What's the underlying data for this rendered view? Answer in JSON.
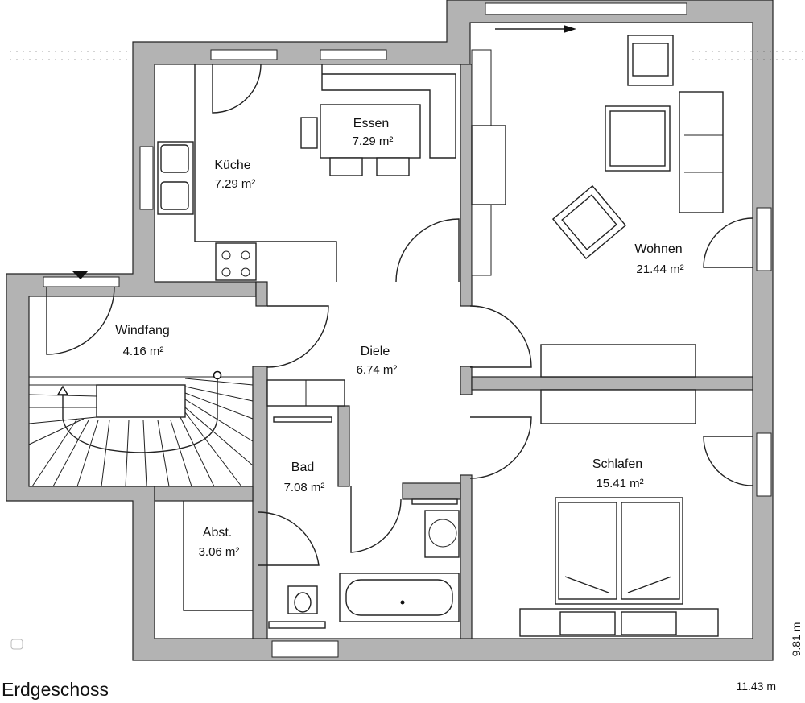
{
  "plan": {
    "title": "Erdgeschoss",
    "width_label": "11.43 m",
    "depth_label": "9.81 m",
    "rooms": [
      {
        "name": "Küche",
        "area": "7.29 m²"
      },
      {
        "name": "Essen",
        "area": "7.29 m²"
      },
      {
        "name": "Wohnen",
        "area": "21.44 m²"
      },
      {
        "name": "Windfang",
        "area": "4.16 m²"
      },
      {
        "name": "Diele",
        "area": "6.74 m²"
      },
      {
        "name": "Bad",
        "area": "7.08 m²"
      },
      {
        "name": "Schlafen",
        "area": "15.41 m²"
      },
      {
        "name": "Abst.",
        "area": "3.06 m²"
      }
    ]
  }
}
